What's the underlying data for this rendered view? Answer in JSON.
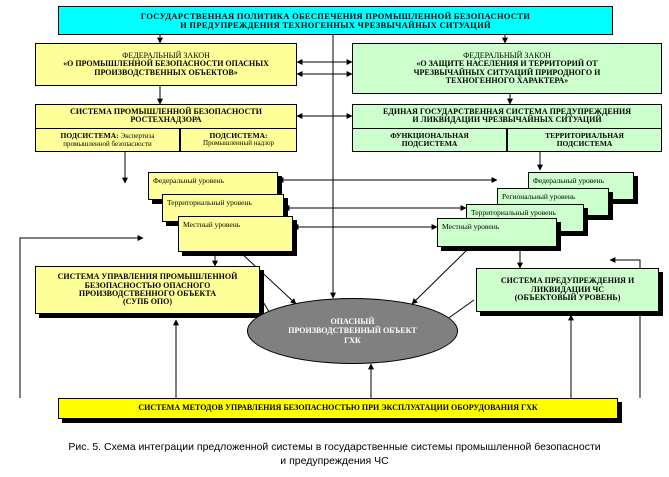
{
  "top_box": {
    "line1": "ГОСУДАРСТВЕННАЯ ПОЛИТИКА ОБЕСПЕЧЕНИЯ ПРОМЫШЛЕННОЙ БЕЗОПАСНОСТИ",
    "line2": "И ПРЕДУПРЕЖДЕНИЯ ТЕХНОГЕННЫХ ЧРЕЗВЫЧАЙНЫХ СИТУАЦИЙ"
  },
  "law_left": {
    "line1": "ФЕДЕРАЛЬНЫЙ ЗАКОН",
    "line2": "«О ПРОМЫШЛЕННОЙ БЕЗОПАСНОСТИ ОПАСНЫХ",
    "line3": "ПРОИЗВОДСТВЕННЫХ ОБЪЕКТОВ»"
  },
  "law_right": {
    "line1": "ФЕДЕРАЛЬНЫЙ ЗАКОН",
    "line2": "«О ЗАЩИТЕ НАСЕЛЕНИЯ И ТЕРРИТОРИЙ ОТ",
    "line3": "ЧРЕЗВЫЧАЙНЫХ СИТУАЦИЙ ПРИРОДНОГО И",
    "line4": "ТЕХНОГЕННОГО ХАРАКТЕРА»"
  },
  "system_left": {
    "line1": "СИСТЕМА ПРОМЫШЛЕННОЙ БЕЗОПАСНОСТИ",
    "line2": "РОСТЕХНАДЗОРА",
    "sub1_head": "ПОДСИСТЕМА:",
    "sub1_text1": "Экспертиза",
    "sub1_text2": "промышленной безопасности",
    "sub2_head": "ПОДСИСТЕМА:",
    "sub2_text": "Промышленный надзор"
  },
  "system_right": {
    "line1": "ЕДИНАЯ ГОСУДАРСТВЕННАЯ СИСТЕМА ПРЕДУПРЕЖДЕНИЯ",
    "line2": "И ЛИКВИДАЦИИ ЧРЕЗВЫЧАЙНЫХ СИТУАЦИЙ",
    "sub1_line1": "ФУНКЦИОНАЛЬНАЯ",
    "sub1_line2": "ПОДСИСТЕМА",
    "sub2_line1": "ТЕРРИТОРИАЛЬНАЯ",
    "sub2_line2": "ПОДСИСТЕМА"
  },
  "levels_left": [
    "Федеральный уровень",
    "Территориальный уровень",
    "Местный уровень"
  ],
  "levels_right": [
    "Федеральный уровень",
    "Региональный уровень",
    "Территориальный уровень",
    "Местный уровень"
  ],
  "supe_box": {
    "line1": "СИСТЕМА УПРАВЛЕНИЯ ПРОМЫШЛЕННОЙ",
    "line2": "БЕЗОПАСНОСТЬЮ ОПАСНОГО",
    "line3": "ПРОИЗВОДСТВЕННОГО ОБЪЕКТА",
    "line4": "(СУПБ ОПО)"
  },
  "object_level_box": {
    "line1": "СИСТЕМА ПРЕДУПРЕЖДЕНИЯ И",
    "line2": "ЛИКВИДАЦИИ ЧС",
    "line3": "(ОБЪЕКТОВЫЙ УРОВЕНЬ)"
  },
  "center_object": {
    "line1": "ОПАСНЫЙ",
    "line2": "ПРОИЗВОДСТВЕННЫЙ ОБЪЕКТ",
    "line3": "ГХК"
  },
  "bottom_box": {
    "text": "СИСТЕМА МЕТОДОВ УПРАВЛЕНИЯ БЕЗОПАСНОСТЬЮ ПРИ ЭКСПЛУАТАЦИИ ОБОРУДОВАНИЯ ГХК"
  },
  "caption": {
    "line1": "Рис. 5. Схема интеграции предложенной системы в государственные системы промышленной безопасности",
    "line2": "и предупреждения ЧС"
  },
  "colors": {
    "cyan": "#00ffff",
    "yellow": "#ffff99",
    "yellow_strong": "#ffff00",
    "green": "#ccffcc",
    "ellipse": "#808080"
  }
}
